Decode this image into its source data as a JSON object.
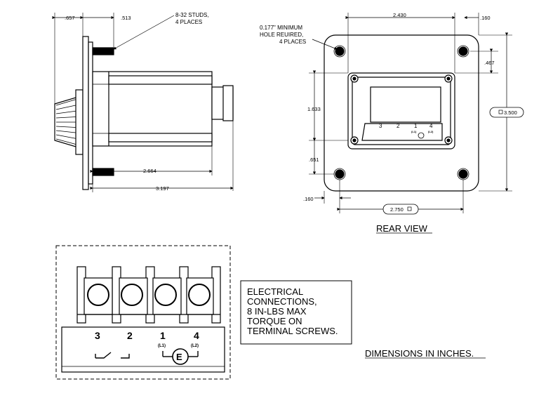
{
  "side_view": {
    "dim_top_left": ".657",
    "dim_top_mid": ".513",
    "studs_note": [
      "8-32 STUDS,",
      "4 PLACES"
    ],
    "dim_body": "2.664",
    "dim_overall": "3.197"
  },
  "rear_view": {
    "dim_width": "2.430",
    "dim_right_edge": ".160",
    "hole_note": [
      "0.177\" MINIMUM",
      "HOLE REUIRED,",
      "4 PLACES"
    ],
    "dim_right_top": ".467",
    "dim_height_left": "1.633",
    "dim_lower_left": ".651",
    "dim_overall_height": "3.500",
    "dim_bottom_left": ".160",
    "dim_overall_width": "2.750",
    "caption": "REAR VIEW",
    "mini_terminals": [
      "3",
      "2",
      "1",
      "4"
    ],
    "mini_terminal_sub": [
      "(L1)",
      "(L2)"
    ]
  },
  "terminal_block": {
    "terminals": [
      "3",
      "2",
      "1",
      "4"
    ],
    "sub_labels": [
      "(L1)",
      "(L2)"
    ],
    "ground_symbol": "E"
  },
  "note_box": {
    "lines": [
      "ELECTRICAL",
      "CONNECTIONS,",
      "8 IN-LBS MAX",
      "TORQUE ON",
      "TERMINAL SCREWS."
    ]
  },
  "footer_caption": "DIMENSIONS IN INCHES."
}
